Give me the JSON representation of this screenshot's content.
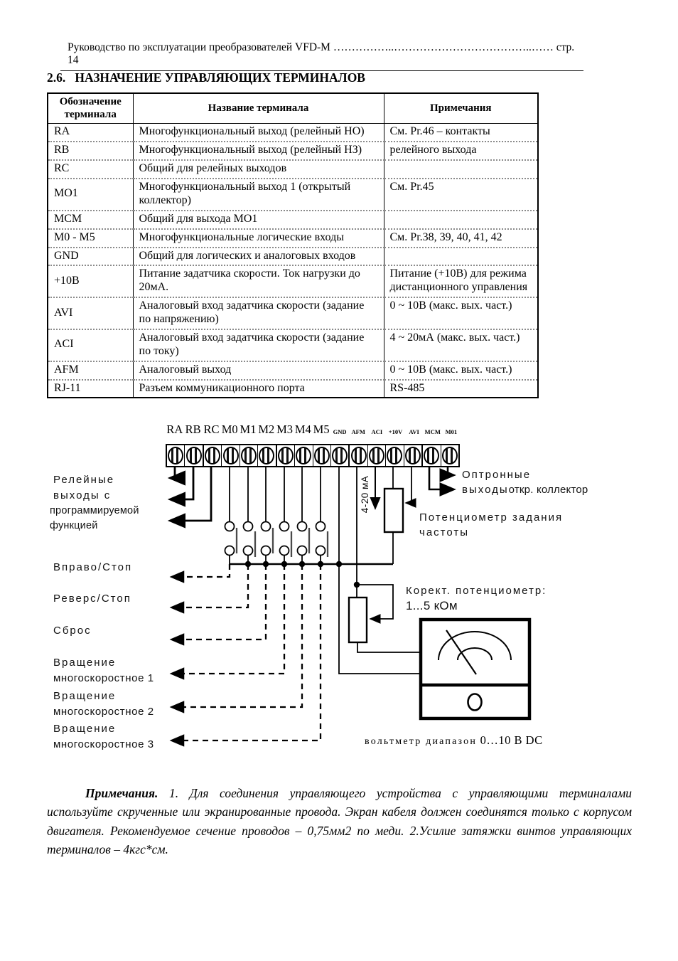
{
  "page": {
    "header_line": "Руководство по эксплуатации преобразователей VFD-M ……………..………………………………..…… стр. 14",
    "section_title": "2.6.   НАЗНАЧЕНИЕ УПРАВЛЯЮЩИХ ТЕРМИНАЛОВ"
  },
  "table": {
    "headers": [
      "Обозначение терминала",
      "Название терминала",
      "Примечания"
    ],
    "rows": [
      {
        "term": "RA",
        "name": "Многофункциональный выход (релейный НО)",
        "note": "См. Pr.46 – контакты"
      },
      {
        "term": "RB",
        "name": "Многофункциональный выход (релейный НЗ)",
        "note": "релейного выхода"
      },
      {
        "term": "RC",
        "name": "Общий для релейных выходов",
        "note": ""
      },
      {
        "term": "MO1",
        "name": "Многофункциональный выход 1 (открытый коллектор)",
        "note": "См. Pr.45"
      },
      {
        "term": "MCM",
        "name": "Общий для выхода  MO1",
        "note": ""
      },
      {
        "term": "M0 -  M5",
        "name": "Многофункциональные логические входы",
        "note": "См. Pr.38, 39, 40, 41, 42"
      },
      {
        "term": "GND",
        "name": "Общий для логических и аналоговых входов",
        "note": ""
      },
      {
        "term": "+10В",
        "name": "Питание задатчика скорости. Ток нагрузки до 20мА.",
        "note": "Питание (+10В) для режима дистанционного управления"
      },
      {
        "term": "AVI",
        "name": "Аналоговый вход задатчика скорости (задание по напряжению)",
        "note": "0 ~ 10В    (макс. вых. част.)"
      },
      {
        "term": "ACI",
        "name": "Аналоговый вход задатчика скорости (задание по току)",
        "note": "4 ~ 20мА  (макс. вых. част.)"
      },
      {
        "term": "AFM",
        "name": "Аналоговый выход",
        "note": "0 ~ 10В     (макс. вых. част.)"
      },
      {
        "term": "RJ-11",
        "name": "Разъем коммуникационного порта",
        "note": "RS-485"
      }
    ]
  },
  "strip": {
    "big_labels": [
      "RA",
      "RB",
      "RC",
      "M0",
      "M1",
      "M2",
      "M3",
      "M4",
      "M5"
    ],
    "small_labels": [
      "GND",
      "AFM",
      "ACI",
      "+10V",
      "AVI",
      "MCM",
      "M01"
    ]
  },
  "diagram": {
    "relay_line1": "Релейные",
    "relay_line2": "выходы с",
    "relay_line3": "программируемой",
    "relay_line4": "функцией",
    "cmd_forward": "Вправо/Стоп",
    "cmd_reverse": "Реверс/Стоп",
    "cmd_reset": "Сброс",
    "rotation_word": "Вращение",
    "multispeed_1": "многоскоростное 1",
    "multispeed_2": "многоскоростное 2",
    "multispeed_3": "многоскоростное 3",
    "opto_line1": "Оптронные",
    "opto_line2a": "выходы",
    "opto_line2b": "откр. коллектор",
    "freq_pot_line1": "Потенциометр задания",
    "freq_pot_line2": "частоты",
    "corr_pot_line1": "Корект. потенциометр:",
    "corr_pot_line2": "1...5 кОм",
    "current_range": "4-20 мА",
    "voltmeter_caption_1": "вольтметр диапазон",
    "voltmeter_caption_2": " 0…10 В DC"
  },
  "notes": {
    "label": "Примечания.",
    "body": " 1. Для соединения управляющего устройства с управляющими терминалами используйте скрученные или экранированные провода. Экран кабеля должен соединятся только с корпусом двигателя. Рекомендуемое сечение проводов – 0,75мм2 по меди.  2.Усилие затяжки винтов управляющих терминалов – 4кгс*см."
  }
}
